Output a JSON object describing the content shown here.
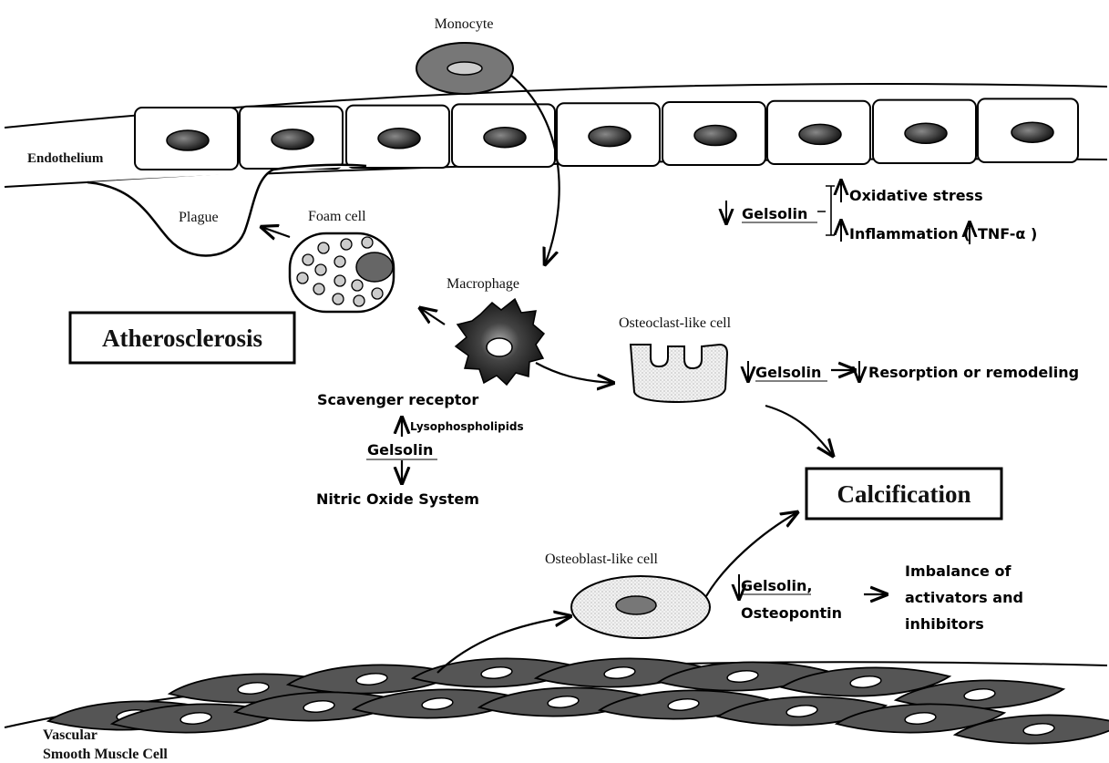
{
  "labels": {
    "monocyte": "Monocyte",
    "endothelium": "Endothelium",
    "plague": "Plague",
    "foam_cell": "Foam cell",
    "macrophage": "Macrophage",
    "osteoclast": "Osteoclast-like cell",
    "osteoblast": "Osteoblast-like cell",
    "vsmc_line1": "Vascular",
    "vsmc_line2": "Smooth Muscle Cell"
  },
  "boxes": {
    "atherosclerosis": "Atherosclerosis",
    "calcification": "Calcification"
  },
  "endothelial_effects": {
    "gelsolin": "Gelsolin",
    "oxidative_stress": "Oxidative stress",
    "inflammation": "Inflammation (",
    "tnf": "TNF-α )"
  },
  "osteoclast_effects": {
    "gelsolin": "Gelsolin",
    "resorption": "Resorption or remodeling"
  },
  "macrophage_effects": {
    "scavenger": "Scavenger receptor",
    "lyso": "Lysophospholipids",
    "gelsolin": "Gelsolin",
    "nitric": "Nitric Oxide System"
  },
  "osteoblast_effects": {
    "gelsolin": "Gelsolin,",
    "osteopontin": "Osteopontin",
    "imbalance_1": "Imbalance of",
    "imbalance_2": "activators and",
    "imbalance_3": "inhibitors"
  },
  "arrow_glyph": "→"
}
